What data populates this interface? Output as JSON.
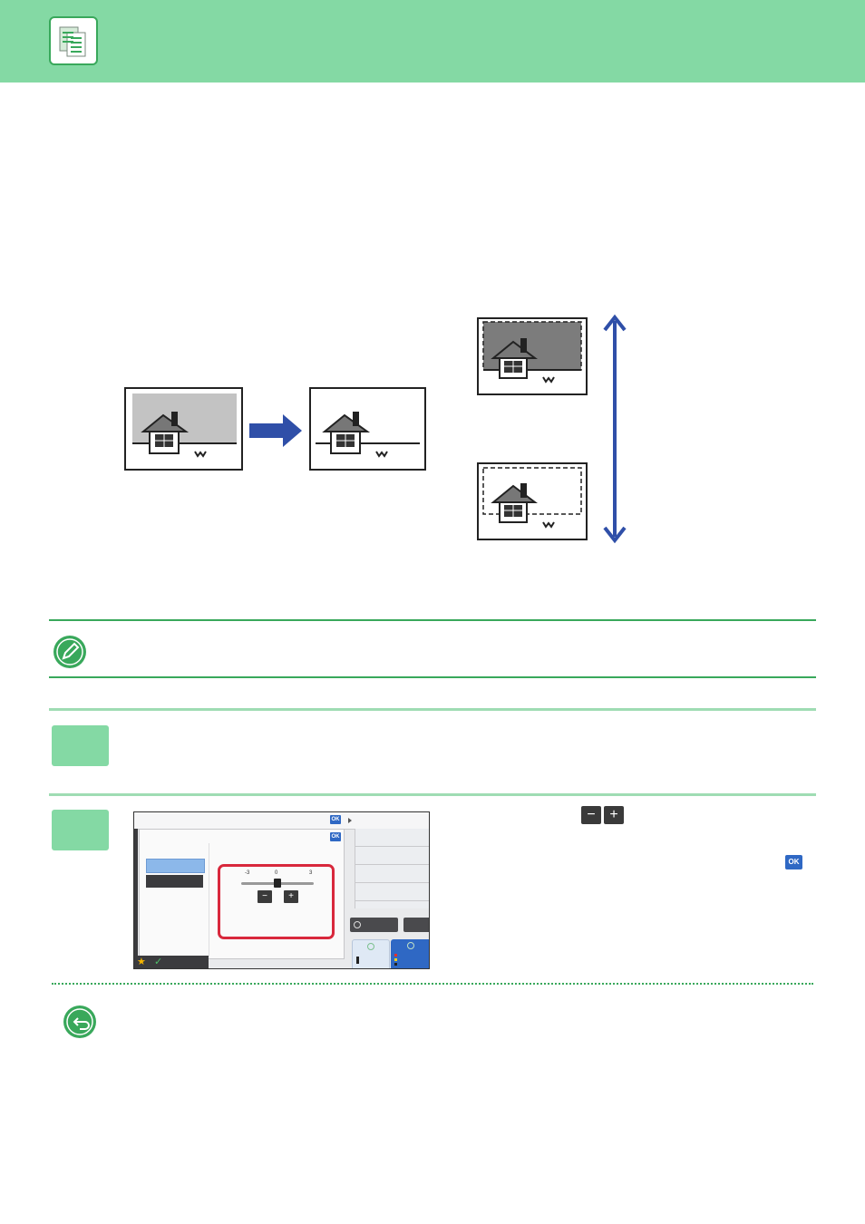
{
  "header": {
    "icon": "copy-icon",
    "color": "#84d9a4"
  },
  "screen": {
    "ok_labels": [
      "OK",
      "OK"
    ],
    "scale_labels": [
      "-3",
      "0",
      "3"
    ],
    "minus_label": "−",
    "plus_label": "+"
  },
  "instructions": {
    "minus_label": "−",
    "plus_label": "+",
    "ok_label": "OK"
  },
  "colors": {
    "accent": "#39a85b",
    "header": "#84d9a4",
    "arrow": "#2f4fa8",
    "highlight": "#d8283c"
  }
}
